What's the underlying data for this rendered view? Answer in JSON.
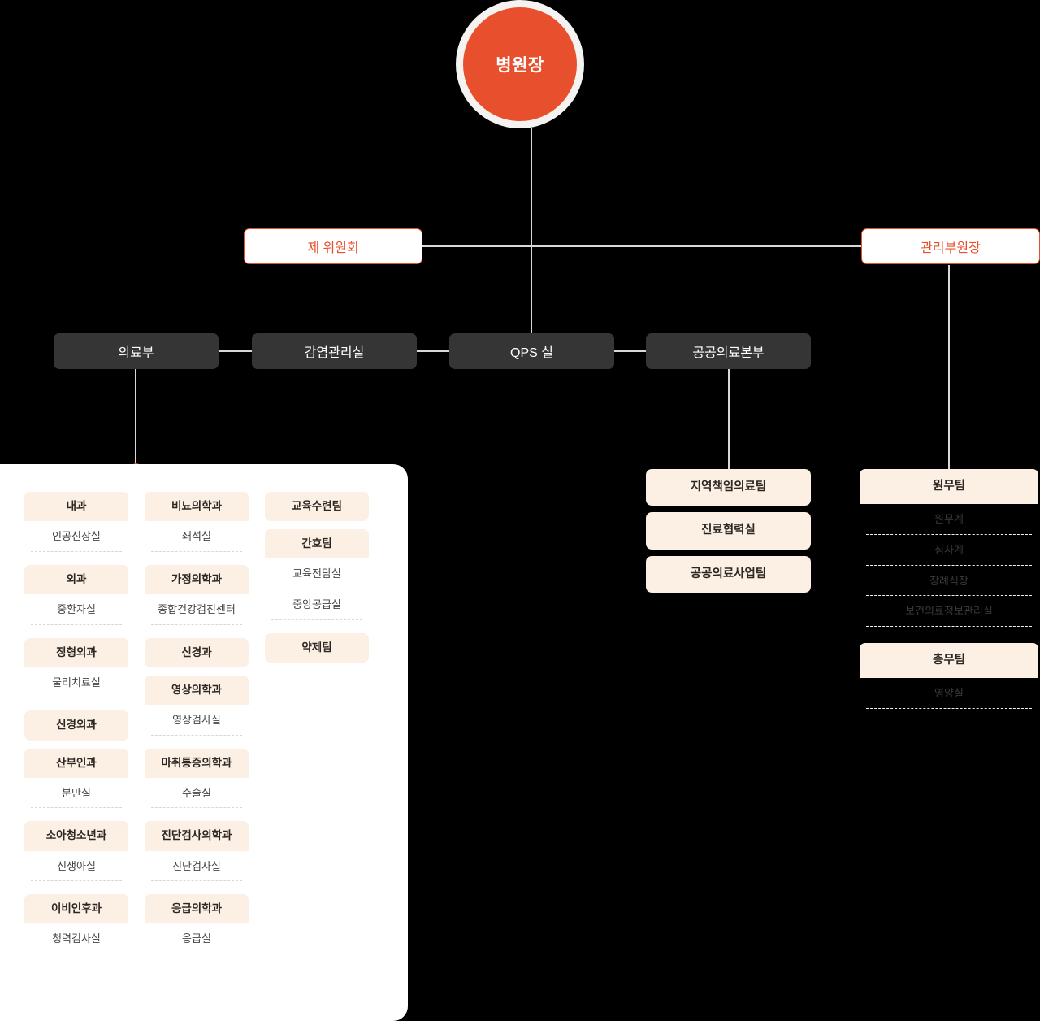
{
  "title": "병원 조직도",
  "colors": {
    "accent": "#e8502d",
    "dark_box": "#353535",
    "card_header": "#fbf0e3",
    "page_background": "#000000",
    "panel": "#ffffff",
    "line": "#d8d8d8"
  },
  "top": {
    "director": "병원장"
  },
  "level2": {
    "committee": "제 위원회",
    "admin_vice_director": "관리부원장"
  },
  "level3": [
    {
      "label": "의료부"
    },
    {
      "label": "감염관리실"
    },
    {
      "label": "QPS 실"
    },
    {
      "label": "공공의료본부"
    }
  ],
  "medical_panel": {
    "columns": [
      {
        "cards": [
          {
            "head": "내과",
            "items": [
              "인공신장실"
            ]
          },
          {
            "head": "외과",
            "items": [
              "중환자실"
            ]
          },
          {
            "head": "정형외과",
            "items": [
              "물리치료실"
            ]
          },
          {
            "head": "신경외과",
            "items": []
          },
          {
            "head": "산부인과",
            "items": [
              "분만실"
            ]
          },
          {
            "head": "소아청소년과",
            "items": [
              "신생아실"
            ]
          },
          {
            "head": "이비인후과",
            "items": [
              "청력검사실"
            ]
          }
        ]
      },
      {
        "cards": [
          {
            "head": "비뇨의학과",
            "items": [
              "쇄석실"
            ]
          },
          {
            "head": "가정의학과",
            "items": [
              "종합건강검진센터"
            ]
          },
          {
            "head": "신경과",
            "items": []
          },
          {
            "head": "영상의학과",
            "items": [
              "영상검사실"
            ]
          },
          {
            "head": "마취통증의학과",
            "items": [
              "수술실"
            ]
          },
          {
            "head": "진단검사의학과",
            "items": [
              "진단검사실"
            ]
          },
          {
            "head": "응급의학과",
            "items": [
              "응급실"
            ]
          }
        ]
      },
      {
        "cards": [
          {
            "head": "교육수련팀",
            "items": []
          },
          {
            "head": "간호팀",
            "items": [
              "교육전담실",
              "중앙공급실"
            ]
          },
          {
            "head": "약제팀",
            "items": []
          }
        ]
      }
    ]
  },
  "public_health_children": [
    "지역책임의료팀",
    "진료협력실",
    "공공의료사업팀"
  ],
  "admin_children": [
    {
      "head": "원무팀",
      "items": [
        "원무계",
        "심사계",
        "장례식장",
        "보건의료정보관리실"
      ]
    },
    {
      "head": "총무팀",
      "items": [
        "영양실"
      ]
    }
  ]
}
